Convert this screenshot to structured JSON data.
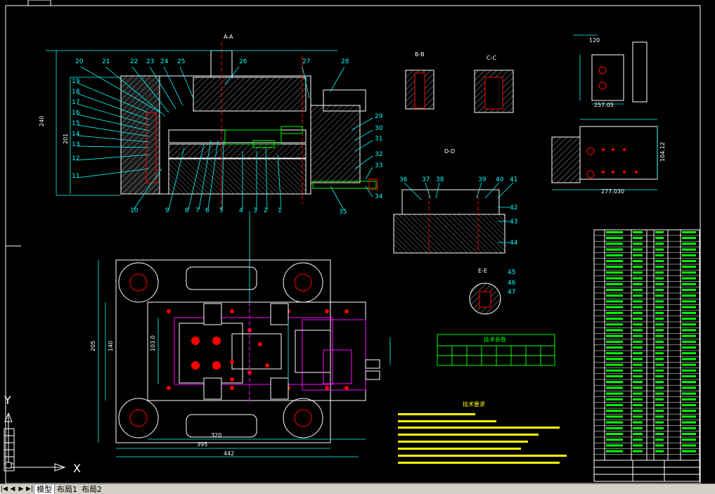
{
  "tabs": {
    "model": "模型",
    "layout1": "布局1",
    "layout2": "布局2"
  },
  "axis": {
    "x": "X",
    "y": "Y"
  },
  "drawing": {
    "section_aa": "A-A",
    "section_bb": "B-B",
    "section_cc": "C-C",
    "section_dd": "D-D",
    "section_ee": "E-E",
    "dims": {
      "height_total": "240",
      "height_inner": "201",
      "w_395": "395",
      "w_442": "442",
      "w_320": "320",
      "h_205": "205",
      "h_140": "140",
      "w_1030": "103.0",
      "part_w": "257.05",
      "part_w2": "277.030",
      "part_h": "104.12",
      "r_120": "120"
    },
    "part_numbers_top": [
      "20",
      "21",
      "22",
      "23",
      "24",
      "25",
      "26",
      "27",
      "28"
    ],
    "part_numbers_left": [
      "19",
      "18",
      "17",
      "16",
      "15",
      "14",
      "13",
      "12",
      "11"
    ],
    "part_numbers_bottom": [
      "10",
      "9",
      "8",
      "7",
      "6",
      "5",
      "4",
      "3",
      "2",
      "1"
    ],
    "part_numbers_right": [
      "29",
      "30",
      "31",
      "32",
      "33",
      "34",
      "35"
    ],
    "part_numbers_dd": [
      "36",
      "37",
      "38",
      "39",
      "40",
      "41",
      "42",
      "43",
      "44"
    ],
    "part_numbers_ee": [
      "45",
      "46",
      "47"
    ],
    "table_header": "技术参数",
    "tech_title": "技术要求"
  },
  "colors": {
    "cyan": "#00ffff",
    "white": "#ffffff",
    "red": "#ff0000",
    "green": "#00ff00",
    "yellow": "#ffff00",
    "magenta": "#ff00ff",
    "bg": "#000000"
  }
}
